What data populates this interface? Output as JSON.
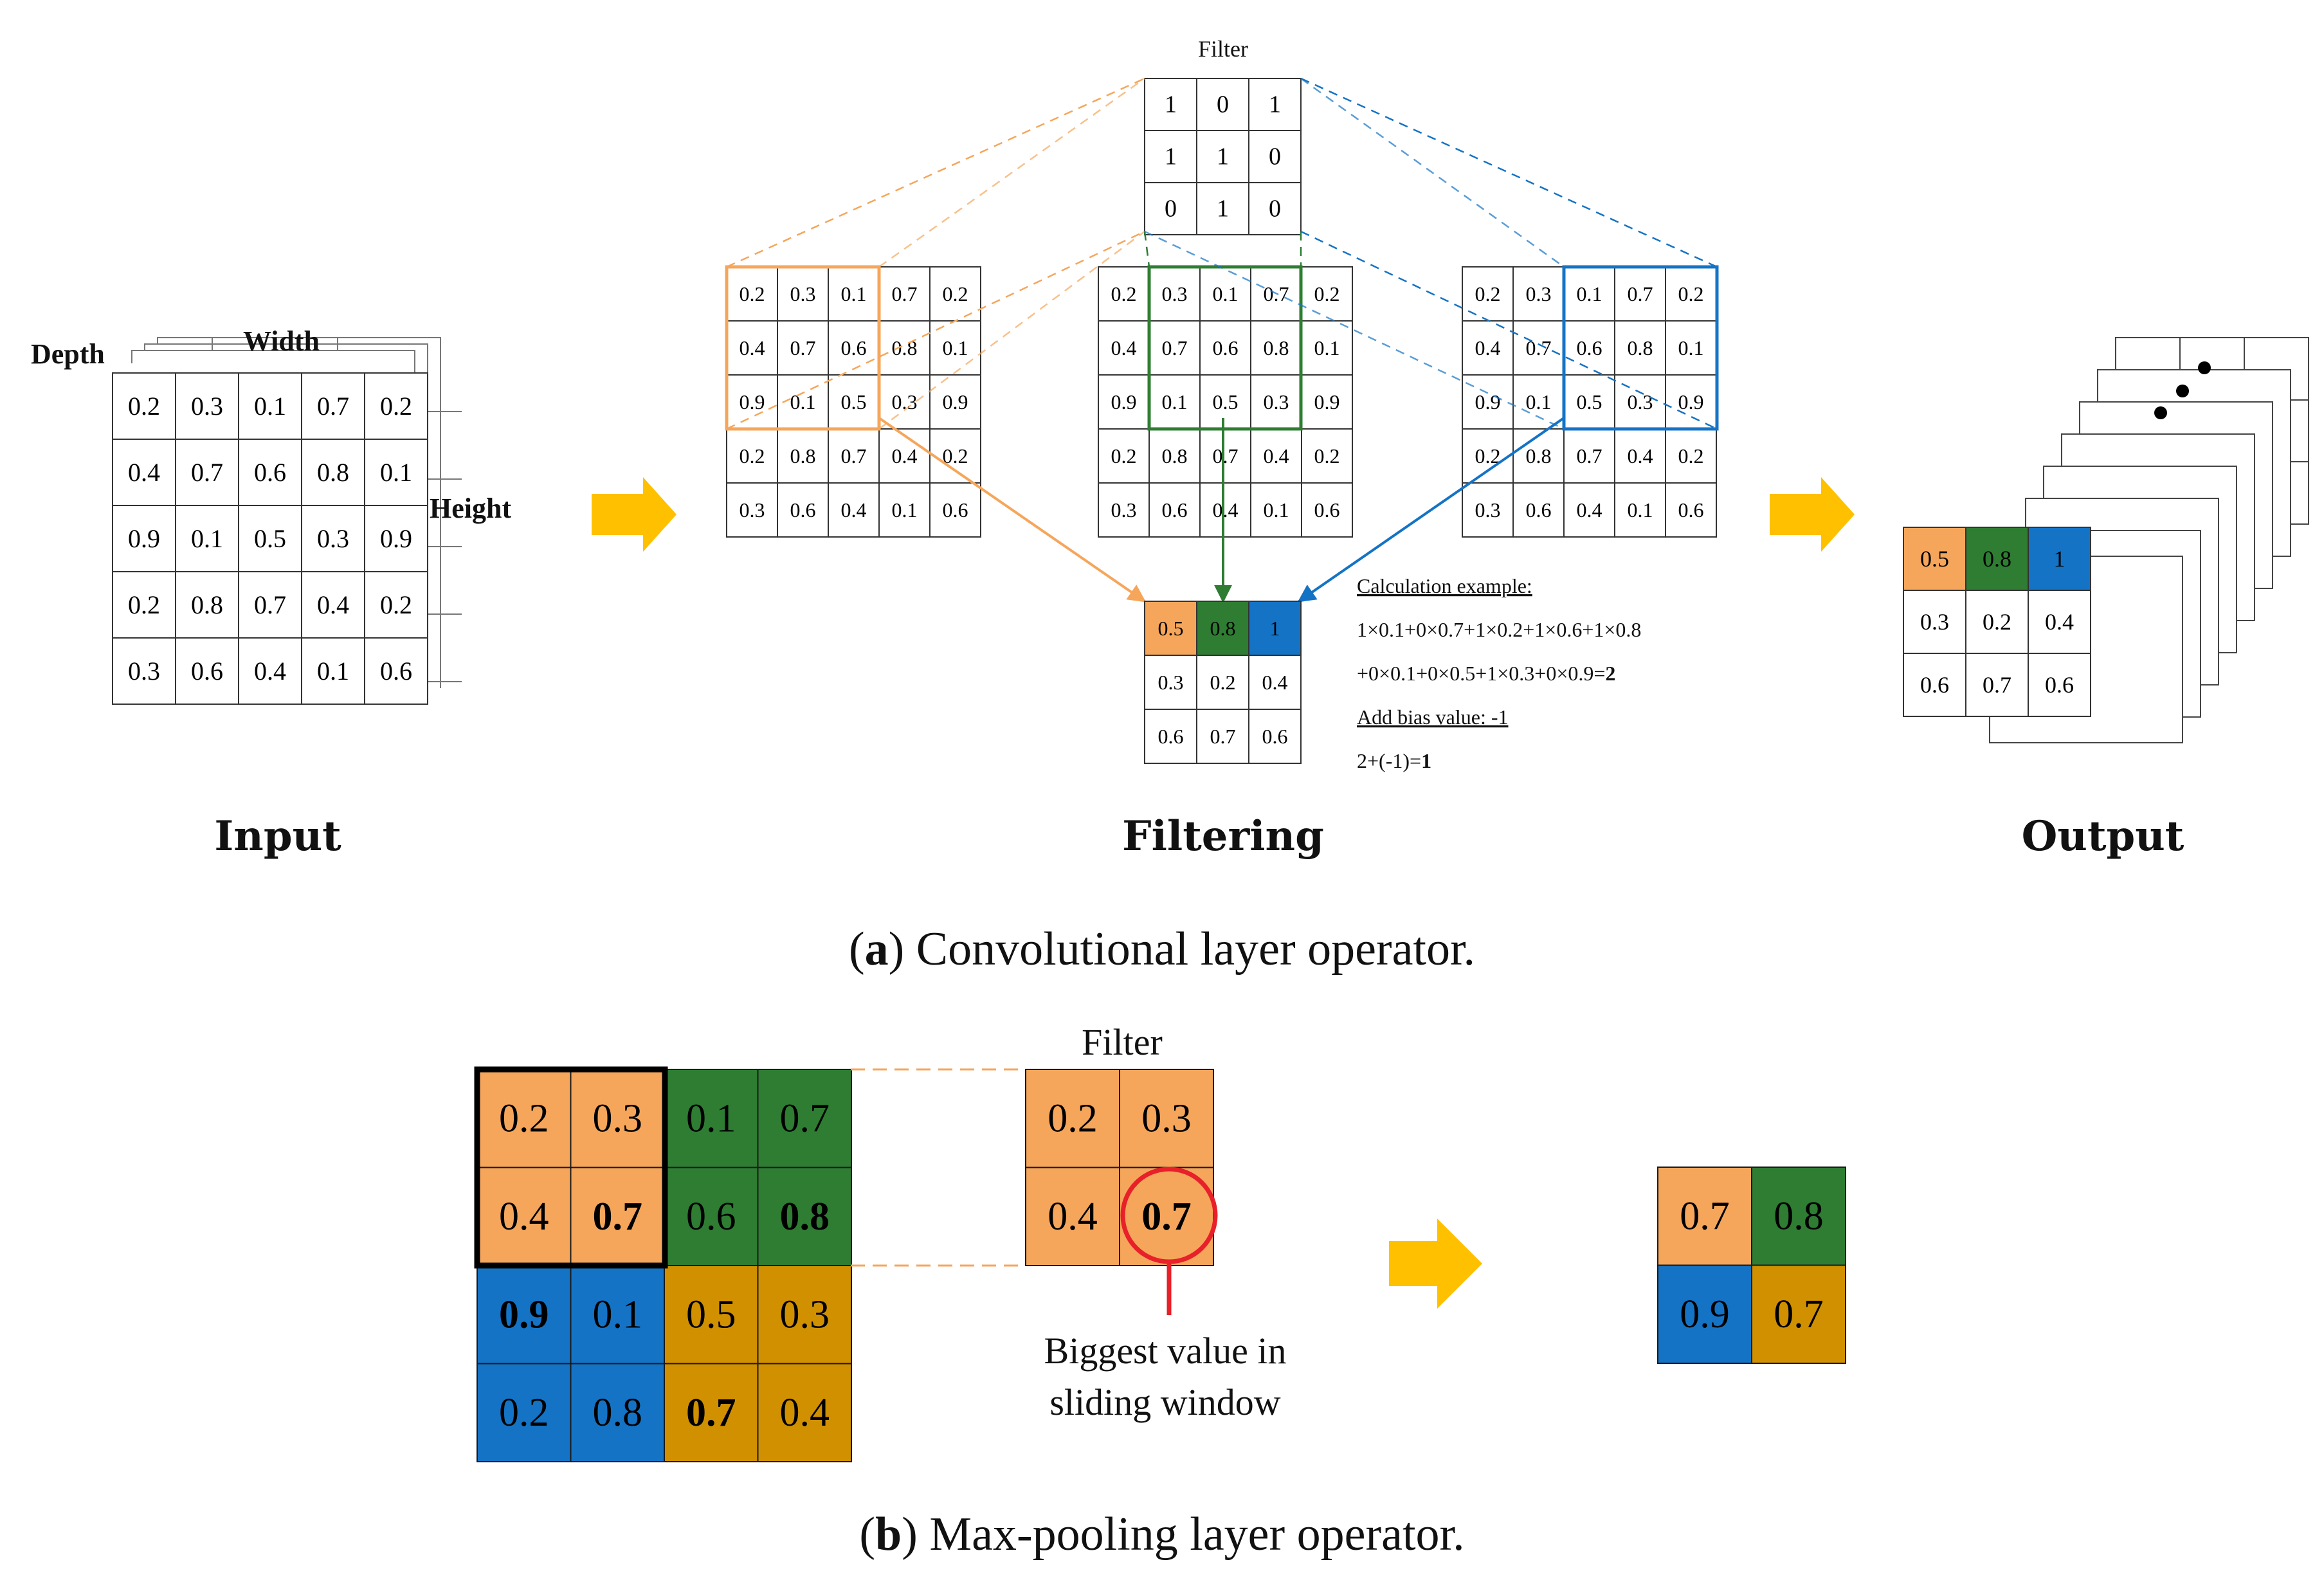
{
  "colors": {
    "orange": "#F5A65B",
    "green": "#2E7D32",
    "blue": "#1473C5",
    "gold": "#D09000",
    "arrow": "#FFC000",
    "red": "#E8202A",
    "grid": "#333333"
  },
  "icons": {
    "arrow": "right-arrow-icon",
    "circle": "highlight-circle-icon",
    "dot": "dot-icon"
  },
  "part_a": {
    "caption_letter": "a",
    "caption_text": " Convolutional layer operator.",
    "input": {
      "label": "Input",
      "depth_label": "Depth",
      "width_label": "Width",
      "height_label": "Height",
      "grid": [
        [
          "0.2",
          "0.3",
          "0.1",
          "0.7",
          "0.2"
        ],
        [
          "0.4",
          "0.7",
          "0.6",
          "0.8",
          "0.1"
        ],
        [
          "0.9",
          "0.1",
          "0.5",
          "0.3",
          "0.9"
        ],
        [
          "0.2",
          "0.8",
          "0.7",
          "0.4",
          "0.2"
        ],
        [
          "0.3",
          "0.6",
          "0.4",
          "0.1",
          "0.6"
        ]
      ]
    },
    "filter": {
      "title": "Filter",
      "grid": [
        [
          "1",
          "0",
          "1"
        ],
        [
          "1",
          "1",
          "0"
        ],
        [
          "0",
          "1",
          "0"
        ]
      ]
    },
    "filtering_label": "Filtering",
    "windows_grid": [
      [
        "0.2",
        "0.3",
        "0.1",
        "0.7",
        "0.2"
      ],
      [
        "0.4",
        "0.7",
        "0.6",
        "0.8",
        "0.1"
      ],
      [
        "0.9",
        "0.1",
        "0.5",
        "0.3",
        "0.9"
      ],
      [
        "0.2",
        "0.8",
        "0.7",
        "0.4",
        "0.2"
      ],
      [
        "0.3",
        "0.6",
        "0.4",
        "0.1",
        "0.6"
      ]
    ],
    "result_grid": [
      [
        "0.5",
        "0.8",
        "1"
      ],
      [
        "0.3",
        "0.2",
        "0.4"
      ],
      [
        "0.6",
        "0.7",
        "0.6"
      ]
    ],
    "calculation": {
      "title": "Calculation example:",
      "line1": "1×0.1+0×0.7+1×0.2+1×0.6+1×0.8",
      "line2_prefix": "+0×0.1+0×0.5+1×0.3+0×0.9=",
      "line2_bold": "2",
      "bias": "Add bias value: -1",
      "result_prefix": "2+(-1)=",
      "result_bold": "1"
    },
    "output": {
      "label": "Output",
      "grid": [
        [
          "0.5",
          "0.8",
          "1"
        ],
        [
          "0.3",
          "0.2",
          "0.4"
        ],
        [
          "0.6",
          "0.7",
          "0.6"
        ]
      ]
    }
  },
  "part_b": {
    "caption_letter": "b",
    "caption_text": " Max-pooling layer operator.",
    "input_grid": [
      [
        "0.2",
        "0.3",
        "0.1",
        "0.7"
      ],
      [
        "0.4",
        "0.7",
        "0.6",
        "0.8"
      ],
      [
        "0.9",
        "0.1",
        "0.5",
        "0.3"
      ],
      [
        "0.2",
        "0.8",
        "0.7",
        "0.4"
      ]
    ],
    "bold_cells": [
      "1-1",
      "1-3",
      "2-0",
      "3-2"
    ],
    "filter_title": "Filter",
    "filter_grid": [
      [
        "0.2",
        "0.3"
      ],
      [
        "0.4",
        "0.7"
      ]
    ],
    "note_line1": "Biggest value in",
    "note_line2": "sliding window",
    "output_grid": [
      [
        "0.7",
        "0.8"
      ],
      [
        "0.9",
        "0.7"
      ]
    ]
  }
}
